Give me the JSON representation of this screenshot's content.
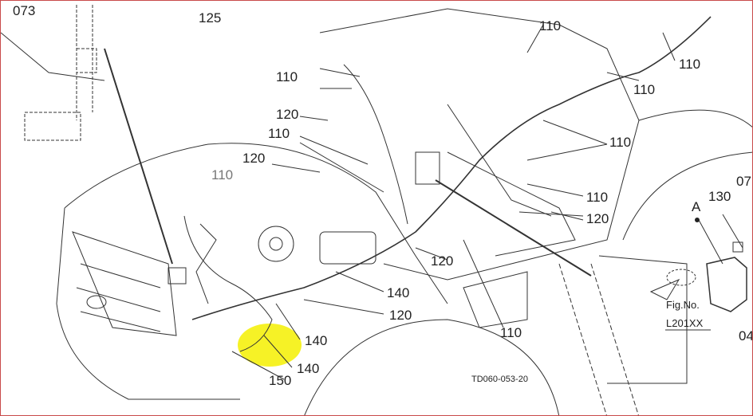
{
  "diagram": {
    "drawing_code": "TD060-053-20",
    "figure_ref": {
      "label": "Fig.No.",
      "number": "L201XX"
    },
    "detail_marker": "A",
    "edge_refs": [
      "073",
      "07",
      "04"
    ],
    "highlight_color": "#f5f000",
    "callouts": [
      "125",
      "110",
      "110",
      "110",
      "110",
      "120",
      "110",
      "110",
      "120",
      "110",
      "110",
      "120",
      "130",
      "120",
      "140",
      "120",
      "140",
      "140",
      "150",
      "110"
    ]
  }
}
